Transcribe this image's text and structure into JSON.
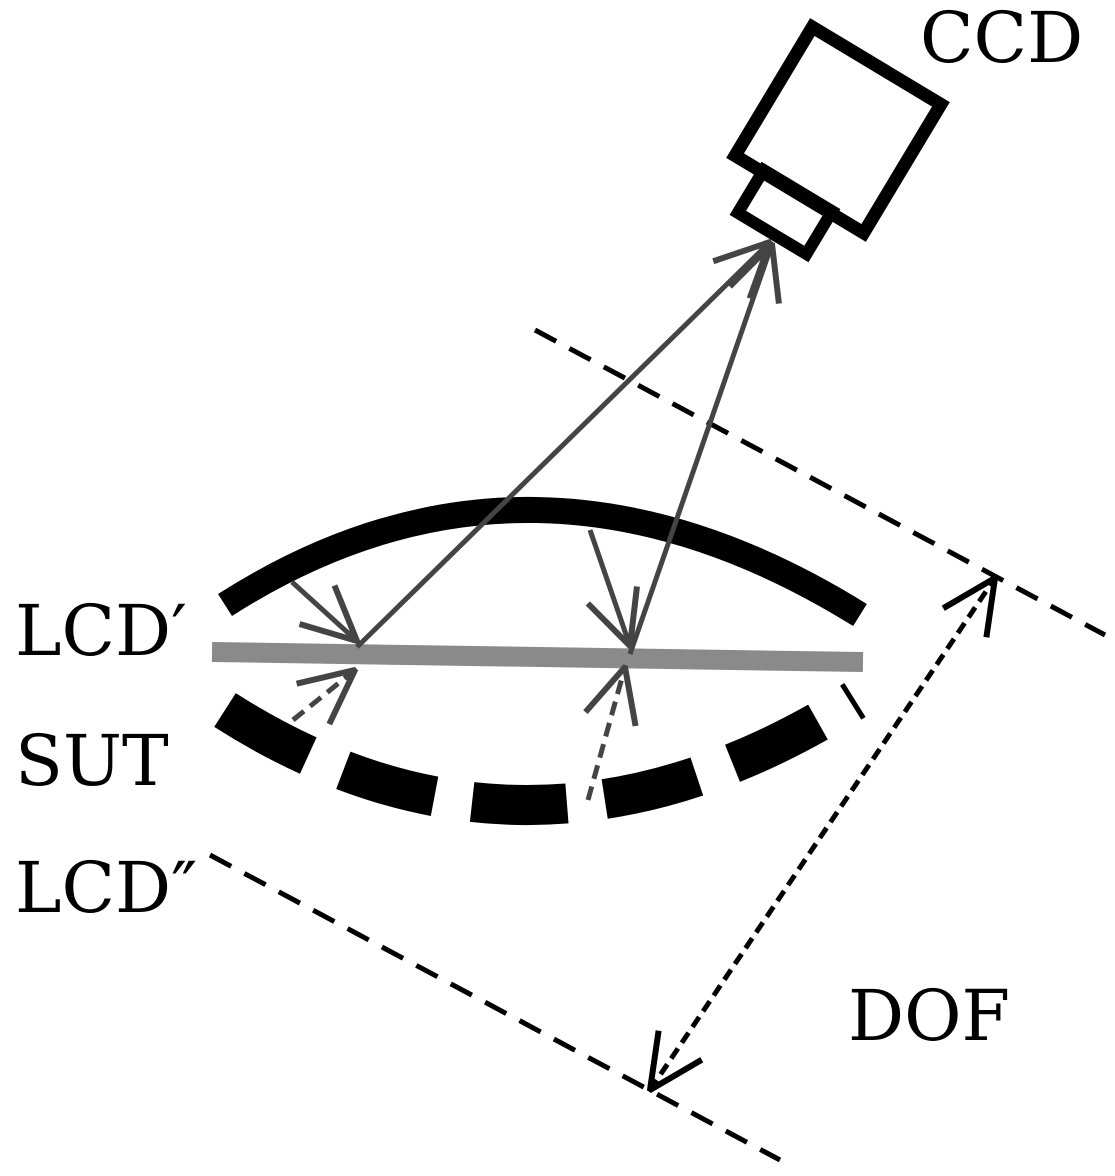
{
  "labels": {
    "ccd": "CCD",
    "lcd_prime": "LCD′",
    "sut": "SUT",
    "lcd_double_prime": "LCD″",
    "dof": "DOF"
  },
  "colors": {
    "ink": "#000000",
    "ray": "#444444",
    "lcd_plane": "#8a8a8a",
    "background": "#ffffff"
  }
}
